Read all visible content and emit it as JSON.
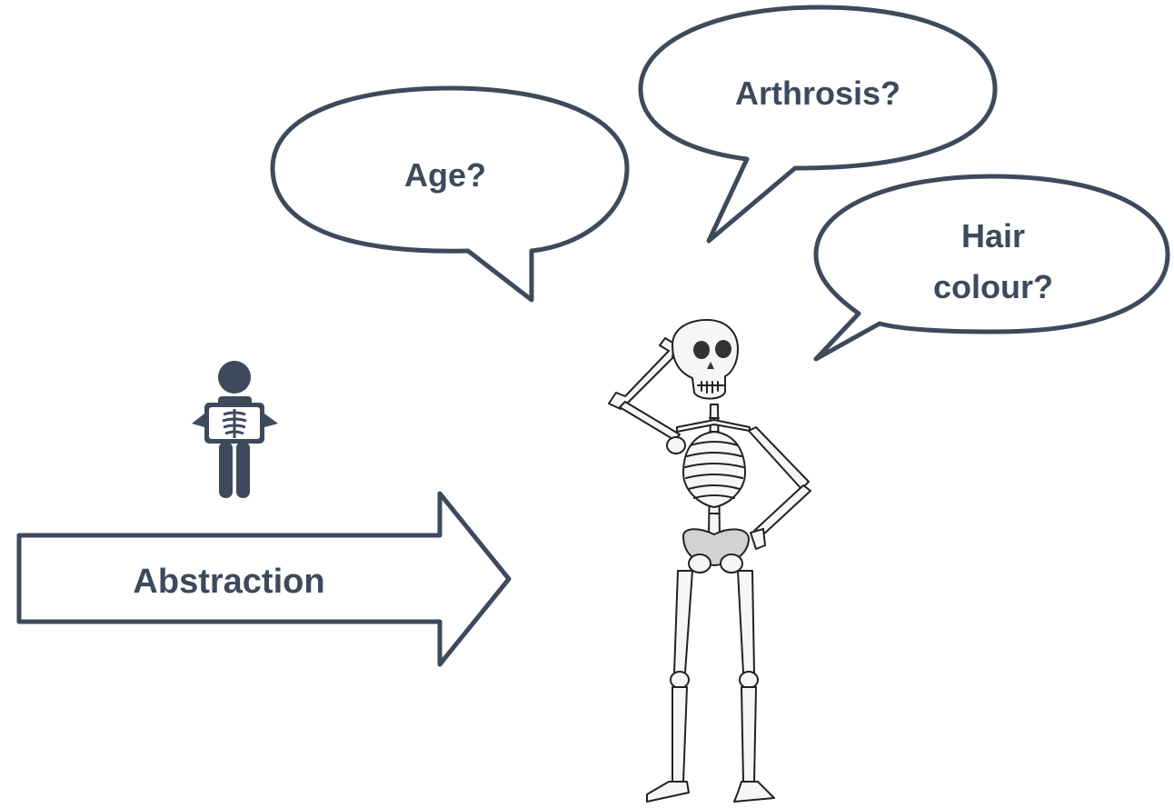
{
  "bubbles": {
    "age": "Age?",
    "arthrosis": "Arthrosis?",
    "hair_line1": "Hair",
    "hair_line2": "colour?"
  },
  "arrow": {
    "label": "Abstraction"
  },
  "icons": {
    "xray_person": "person-xray-icon",
    "skeleton": "skeleton-illustration"
  },
  "colors": {
    "primary": "#3d4a5c",
    "bubble_fill": "#ffffff"
  }
}
